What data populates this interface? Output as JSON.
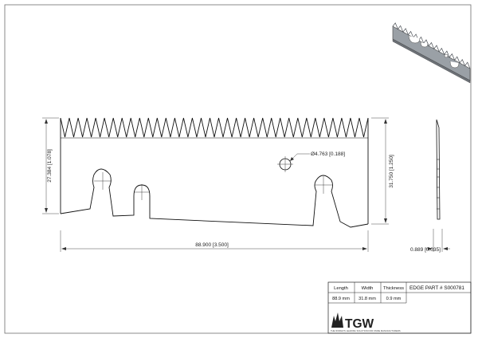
{
  "drawing": {
    "dimensions": {
      "overall_length": "88.900 [3.500]",
      "height_left": "27.384 [1.078]",
      "height_right": "31.750 [1.250]",
      "hole_diameter": "Ø4.763 [0.188]",
      "thickness": "0.889 [0.035]"
    }
  },
  "title_block": {
    "headers": {
      "length": "Length",
      "width": "Width",
      "thickness": "Thickness"
    },
    "values": {
      "length": "88.9 mm",
      "width": "31.8 mm",
      "thickness": "0.9 mm"
    },
    "part_number": "EDGE PART # S000781",
    "company": "TGW",
    "tagline": "THE WORLD'S LEADING SOLUTION FOR KNIFE MANUFACTURERS"
  }
}
